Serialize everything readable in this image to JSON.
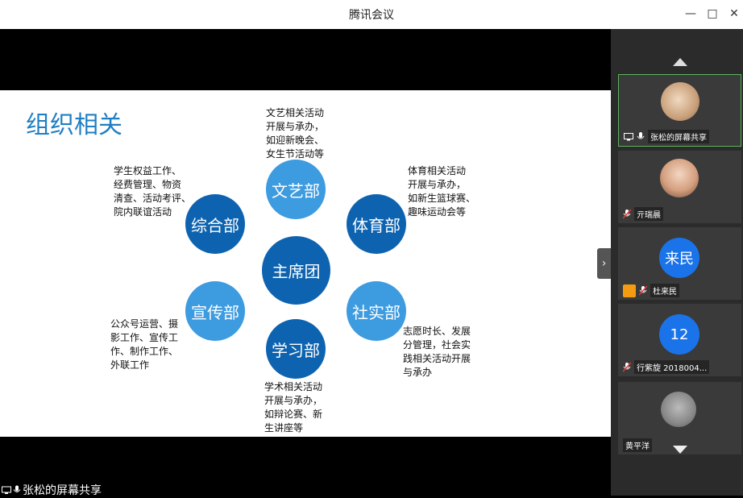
{
  "window": {
    "title": "腾讯会议"
  },
  "slide": {
    "title": "组织相关",
    "center": "主席团",
    "nodes": {
      "wenyi": {
        "label": "文艺部",
        "desc": "文艺相关活动\n开展与承办，\n如迎新晚会、\n女生节活动等"
      },
      "tiyu": {
        "label": "体育部",
        "desc": "体育相关活动\n开展与承办，\n如新生篮球赛、\n趣味运动会等"
      },
      "zonghe": {
        "label": "综合部",
        "desc": "学生权益工作、\n经费管理、物资\n清查、活动考评、\n院内联谊活动"
      },
      "xuanchuan": {
        "label": "宣传部",
        "desc": "公众号运营、摄\n影工作、宣传工\n作、制作工作、\n外联工作"
      },
      "sheshi": {
        "label": "社实部",
        "desc": "志愿时长、发展\n分管理，社会实\n践相关活动开展\n与承办"
      },
      "xuexi": {
        "label": "学习部",
        "desc": "学术相关活动\n开展与承办，\n如辩论赛、新\n生讲座等"
      }
    }
  },
  "participants": [
    {
      "name": "张松的屏幕共享",
      "avatar": "photo",
      "active": true
    },
    {
      "name": "亓瑞晨",
      "avatar": "photo"
    },
    {
      "name": "杜来民",
      "avatar": "来民"
    },
    {
      "name": "行紫旋 2018004...",
      "avatar": "12"
    },
    {
      "name": "黄平洋",
      "avatar": "photo"
    }
  ],
  "share_status": "张松的屏幕共享",
  "colors": {
    "dark_circle": "#0e63b0",
    "light_circle": "#3d9be0",
    "title": "#1f7fc4"
  }
}
